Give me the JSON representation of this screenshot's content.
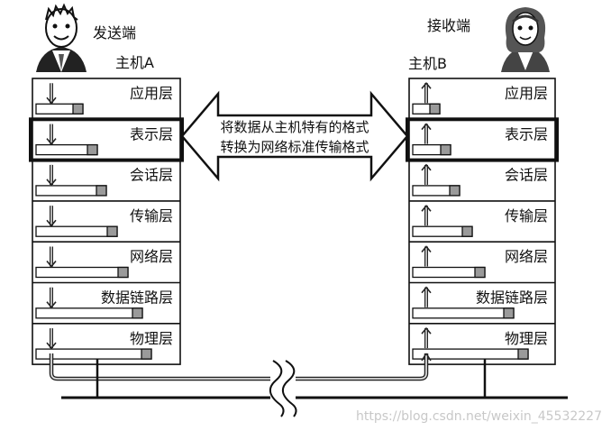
{
  "hostA": {
    "role": "发送端",
    "name": "主机A",
    "layers": [
      "应用层",
      "表示层",
      "会话层",
      "传输层",
      "网络层",
      "数据链路层",
      "物理层"
    ]
  },
  "hostB": {
    "role": "接收端",
    "name": "主机B",
    "layers": [
      "应用层",
      "表示层",
      "会话层",
      "传输层",
      "网络层",
      "数据链路层",
      "物理层"
    ]
  },
  "callout": {
    "line1": "将数据从主机特有的格式",
    "line2": "转换为网络标准传输格式"
  },
  "watermark": "https://blog.csdn.net/weixin_45532227",
  "colors": {
    "line": "#111111",
    "packet_header": "#9a9a9a",
    "arrow_fill": "#e0e0e0"
  }
}
